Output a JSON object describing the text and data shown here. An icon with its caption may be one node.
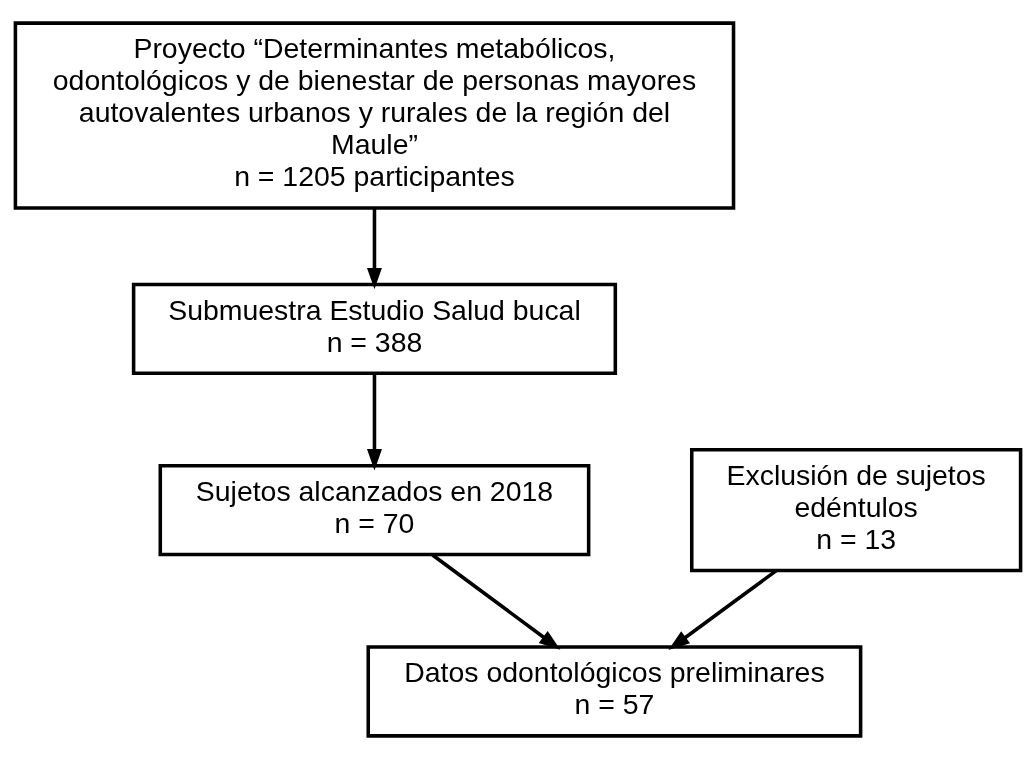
{
  "diagram": {
    "nodes": [
      {
        "text": [
          "Proyecto “Determinantes metabólicos, odontológicos y de bienestar de personas mayores autovalentes urbanos y rurales de la región del Maule”",
          "n = 1205 participantes"
        ]
      },
      {
        "text": [
          "Submuestra Estudio Salud bucal",
          "n = 388"
        ]
      },
      {
        "text": [
          "Sujetos alcanzados en 2018",
          "n = 70"
        ]
      },
      {
        "text": [
          "Exclusión de sujetos edéntulos",
          "n = 13"
        ]
      },
      {
        "text": [
          "Datos odontológicos preliminares",
          "n = 57"
        ]
      }
    ],
    "edges": [
      {
        "from": 0,
        "to": 1,
        "arrow": "to"
      },
      {
        "from": 1,
        "to": 2,
        "arrow": "to"
      },
      {
        "from": 2,
        "to": 4,
        "arrow": "to"
      },
      {
        "from": 3,
        "to": 4,
        "arrow": "to"
      }
    ]
  }
}
